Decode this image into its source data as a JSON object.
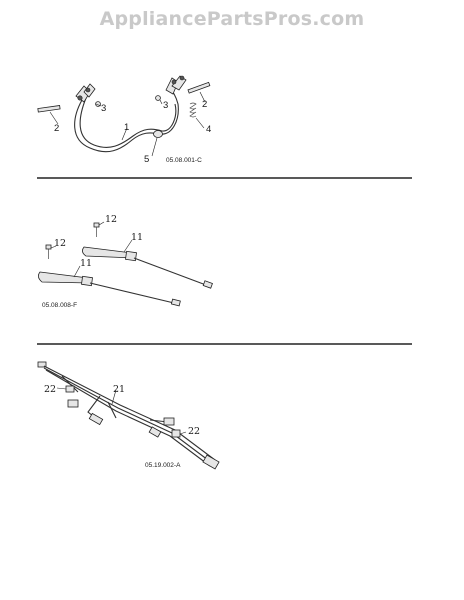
{
  "watermark": "AppliancePartsPros.com",
  "sections": [
    {
      "code": "05.08.001-C",
      "callouts": [
        "1",
        "2",
        "2",
        "3",
        "3",
        "4",
        "5"
      ]
    },
    {
      "code": "05.08.008-F",
      "callouts": [
        "11",
        "11",
        "12",
        "12"
      ]
    },
    {
      "code": "05.19.002-A",
      "callouts": [
        "21",
        "22",
        "22"
      ]
    }
  ],
  "colors": {
    "watermark": "#c9c9c9",
    "lines": "#333333",
    "divider": "#222222"
  }
}
